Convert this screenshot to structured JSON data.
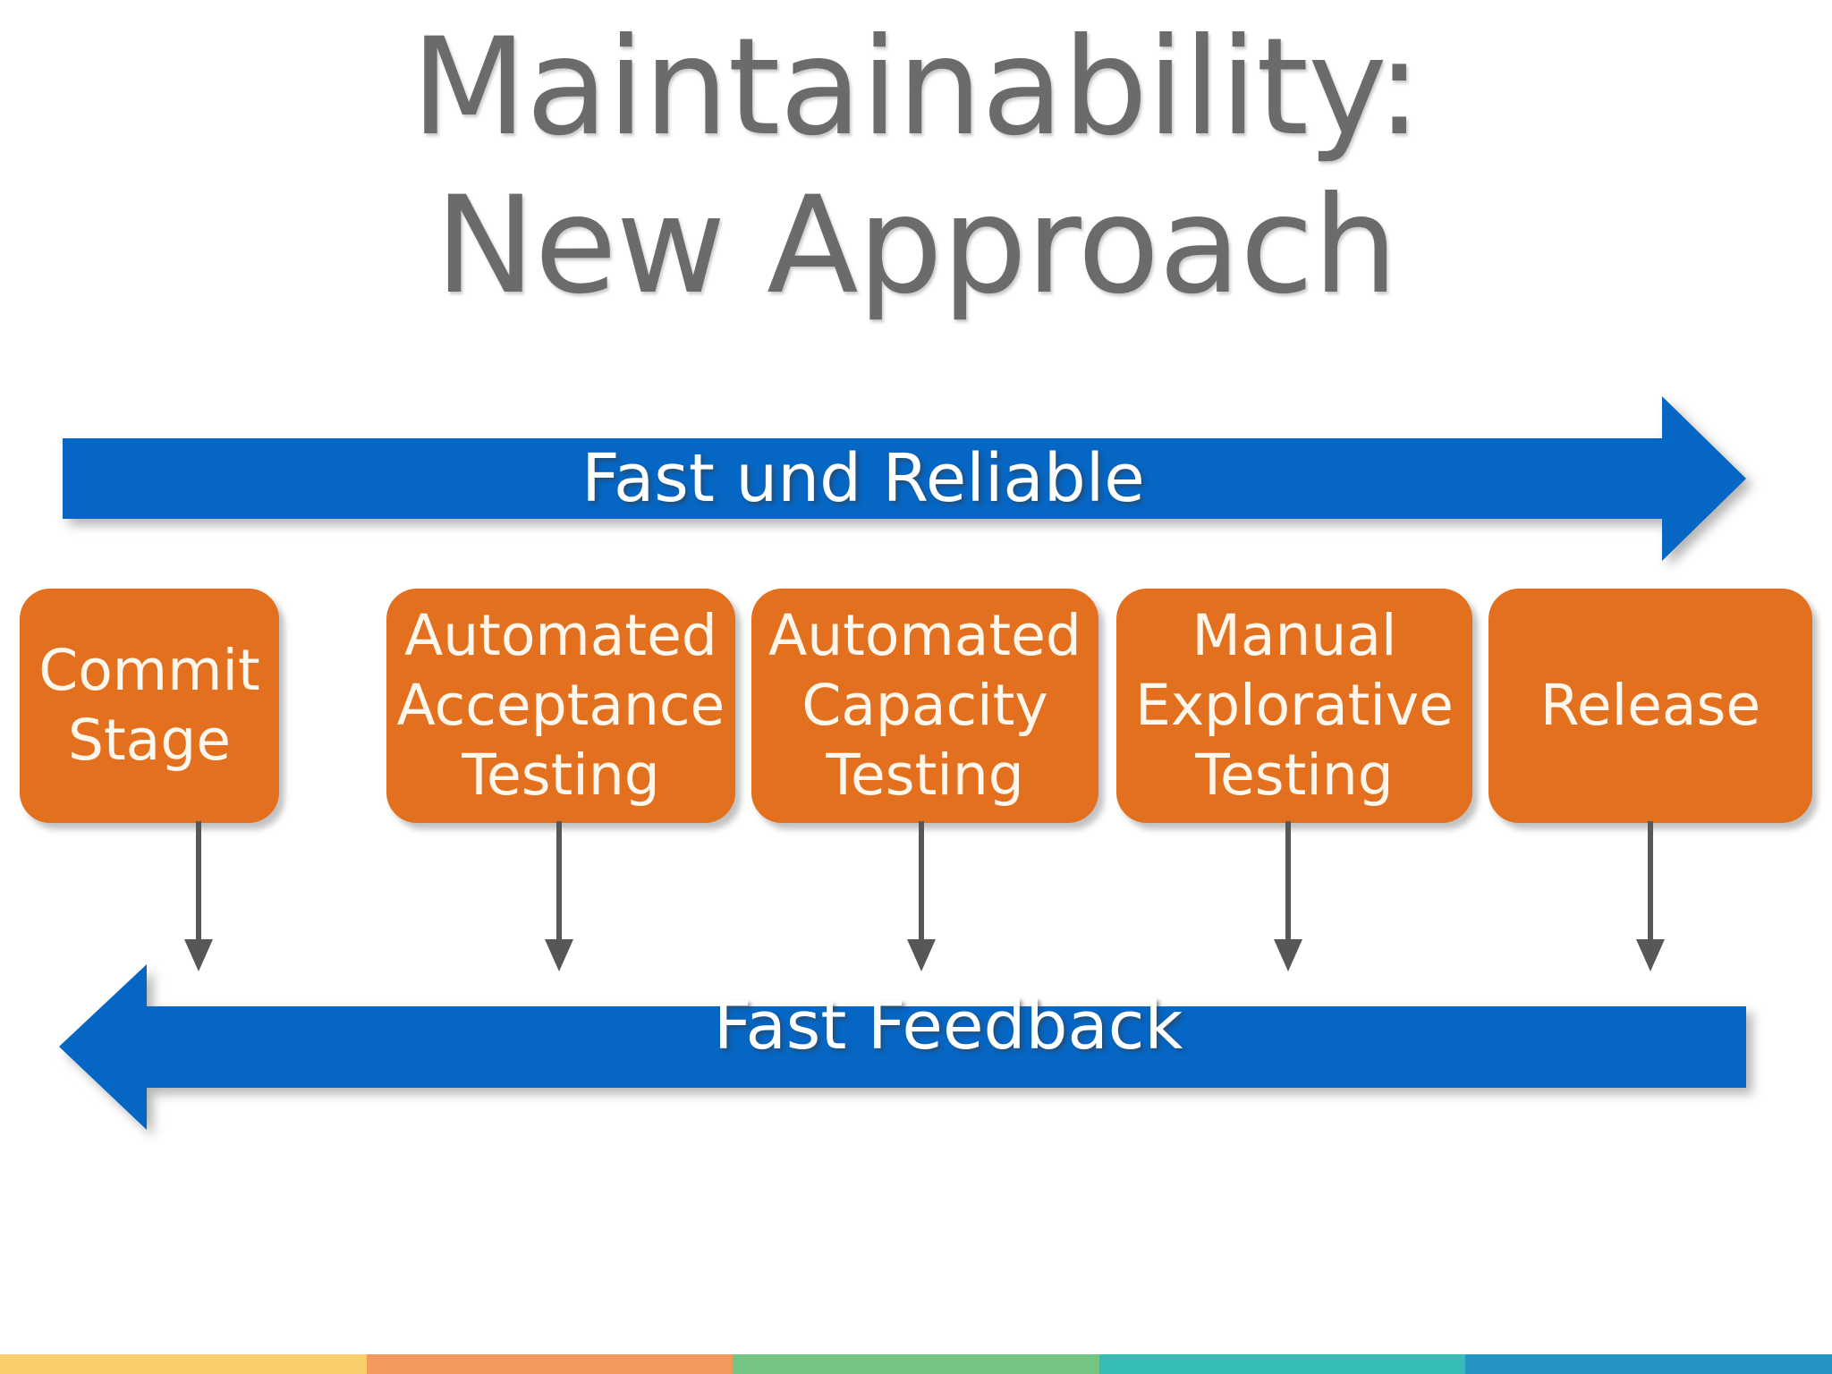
{
  "slide": {
    "background_color": "#FFFFFF",
    "title": "Maintainability:\nNew Approach",
    "title_color": "#6B6B6B"
  },
  "top_arrow": {
    "label": "Fast und Reliable",
    "direction": "right",
    "color": "#0566C4",
    "text_color": "#FFFFFF"
  },
  "bottom_arrow": {
    "label": "Fast Feedback",
    "direction": "left",
    "color": "#0566C4",
    "text_color": "#FFFFFF"
  },
  "pipeline": {
    "box_color": "#E2701E",
    "box_text_color": "#FFF7EC",
    "connector_color": "#575757",
    "stages": [
      {
        "label": "Commit\nStage"
      },
      {
        "label": "Automated\nAcceptance\nTesting"
      },
      {
        "label": "Automated\nCapacity\nTesting"
      },
      {
        "label": "Manual\nExplorative\nTesting"
      },
      {
        "label": "Release"
      }
    ]
  },
  "footer_strip": {
    "colors": [
      "#F8CE68",
      "#F09A5E",
      "#74C584",
      "#35BCB5",
      "#2595C4"
    ]
  }
}
